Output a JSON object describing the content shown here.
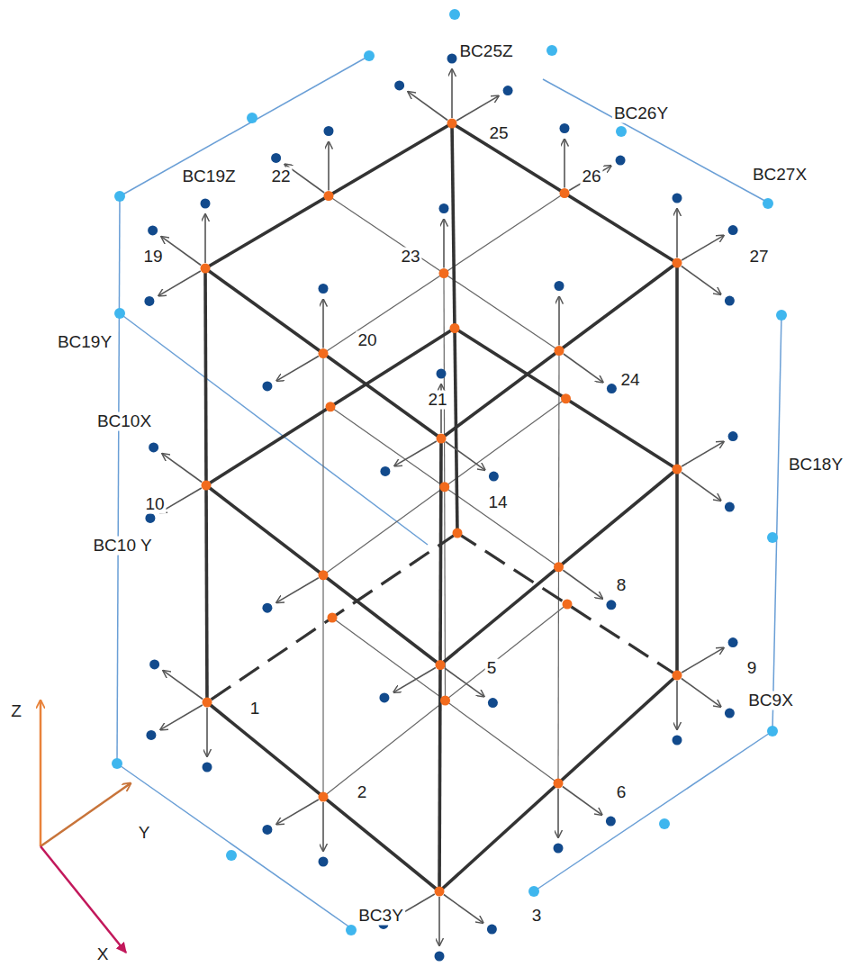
{
  "diagram": {
    "labels": [
      "BC25Z",
      "25",
      "BC26Y",
      "BC27X",
      "22",
      "BC19Z",
      "19",
      "23",
      "26",
      "27",
      "BC19Y",
      "20",
      "24",
      "BC10X",
      "21",
      "14",
      "BC18Y",
      "10",
      "BC10 Y",
      "8",
      "5",
      "9",
      "BC9X",
      "Z",
      "1",
      "2",
      "6",
      "Y",
      "BC3Y",
      "3",
      "X"
    ]
  }
}
